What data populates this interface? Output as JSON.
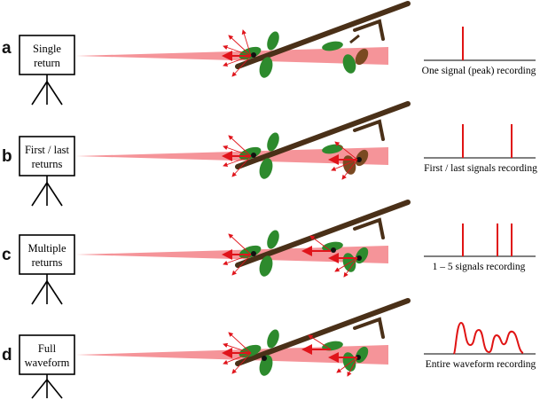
{
  "colors": {
    "beam": "#f4888e",
    "beam_edge": "#ee6f76",
    "arrow": "#e0141b",
    "branch": "#4a3018",
    "leaf": "#2d8a2d",
    "leaf_dark": "#1f6a1f",
    "leaf_brown": "#7a4a22",
    "signal": "#e01414",
    "axis": "#000000"
  },
  "rows": [
    {
      "letter": "a",
      "box_lines": [
        "Single",
        "return"
      ],
      "recording": "One signal (peak) recording",
      "signal_type": "single"
    },
    {
      "letter": "b",
      "box_lines": [
        "First / last",
        "returns"
      ],
      "recording": "First / last signals recording",
      "signal_type": "first-last"
    },
    {
      "letter": "c",
      "box_lines": [
        "Multiple",
        "returns"
      ],
      "recording": "1 – 5 signals recording",
      "signal_type": "multiple"
    },
    {
      "letter": "d",
      "box_lines": [
        "Full",
        "waveform"
      ],
      "recording": "Entire waveform recording",
      "signal_type": "waveform"
    }
  ]
}
